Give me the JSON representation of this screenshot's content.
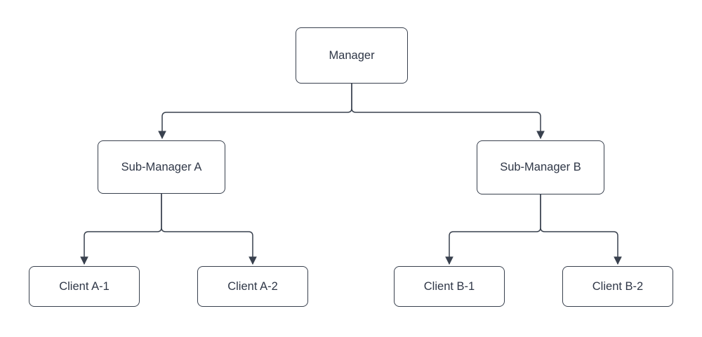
{
  "diagram": {
    "type": "org-chart",
    "background_color": "#ffffff",
    "node_fill_color": "#ffffff",
    "stroke_color": "#39414e",
    "text_color": "#2f3747",
    "nodes": [
      {
        "id": "manager",
        "label": "Manager",
        "level": 0
      },
      {
        "id": "sub-manager-a",
        "label": "Sub-Manager A",
        "level": 1
      },
      {
        "id": "sub-manager-b",
        "label": "Sub-Manager B",
        "level": 1
      },
      {
        "id": "client-a1",
        "label": "Client A-1",
        "level": 2
      },
      {
        "id": "client-a2",
        "label": "Client A-2",
        "level": 2
      },
      {
        "id": "client-b1",
        "label": "Client B-1",
        "level": 2
      },
      {
        "id": "client-b2",
        "label": "Client B-2",
        "level": 2
      }
    ],
    "edges": [
      {
        "from": "manager",
        "to": "sub-manager-a",
        "arrow": "triangle"
      },
      {
        "from": "manager",
        "to": "sub-manager-b",
        "arrow": "triangle"
      },
      {
        "from": "sub-manager-a",
        "to": "client-a1",
        "arrow": "triangle"
      },
      {
        "from": "sub-manager-a",
        "to": "client-a2",
        "arrow": "triangle"
      },
      {
        "from": "sub-manager-b",
        "to": "client-b1",
        "arrow": "triangle"
      },
      {
        "from": "sub-manager-b",
        "to": "client-b2",
        "arrow": "triangle"
      }
    ]
  }
}
